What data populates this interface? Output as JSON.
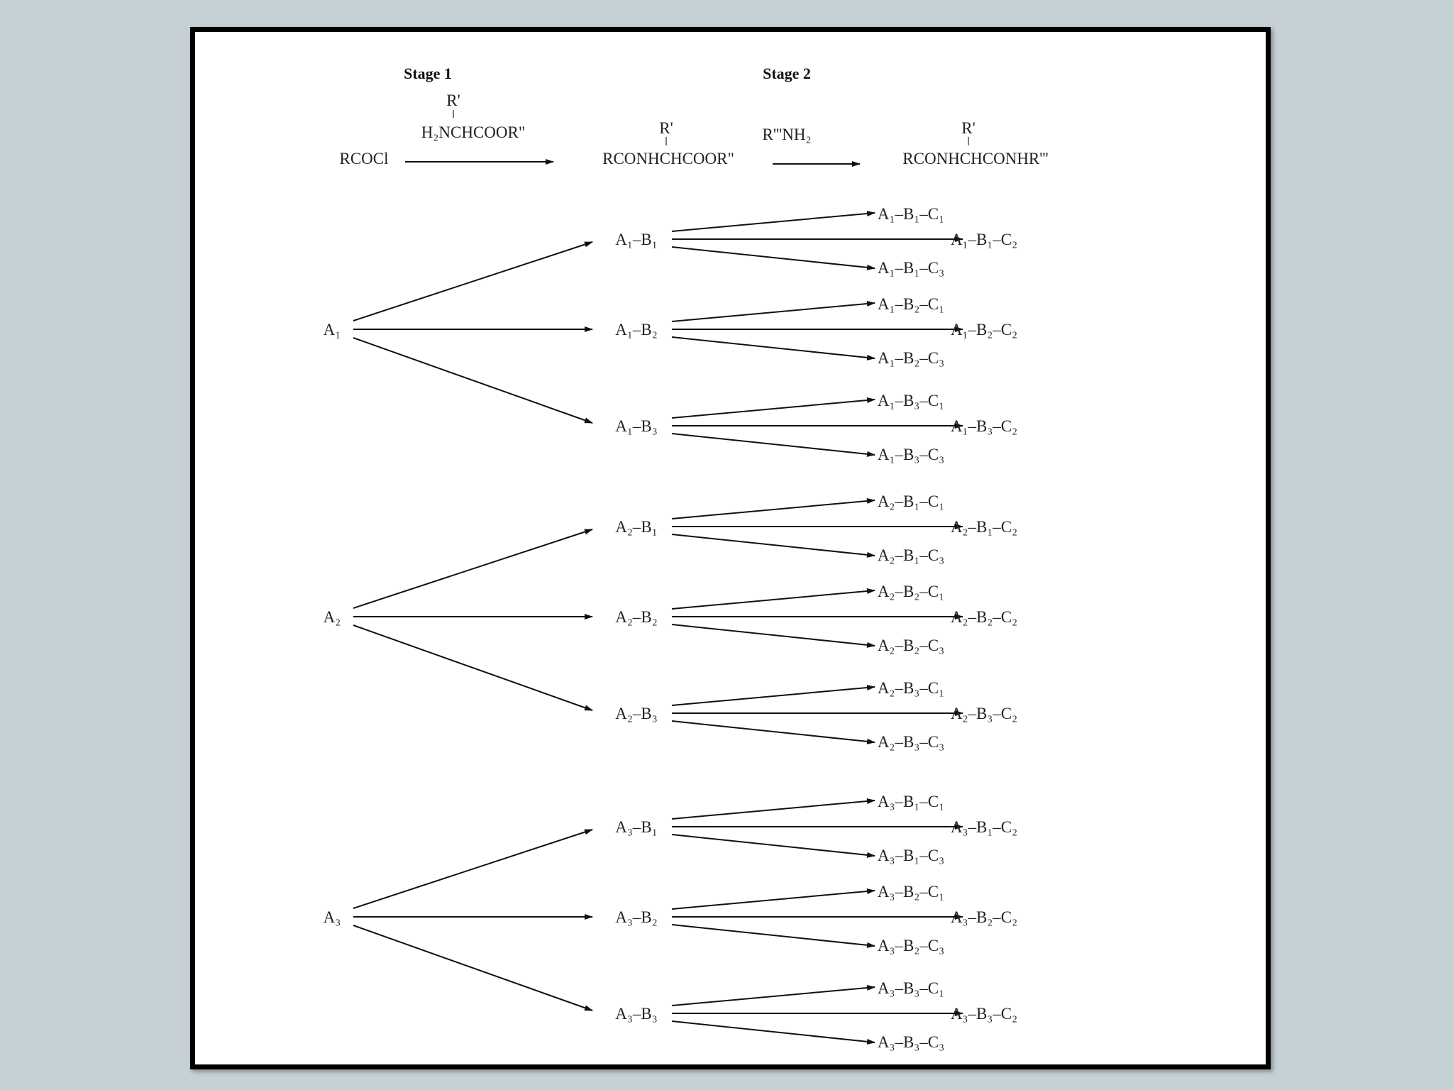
{
  "header": {
    "stage1": "Stage 1",
    "stage2": "Stage 2",
    "stage1_sub_top": "R'",
    "stage1_reagent": "H₂NCHCOOR\"",
    "start": "RCOCl",
    "intermediate_sub_top": "R'",
    "intermediate": "RCONHCHCOOR\"",
    "stage2_reagent": "R'''NH₂",
    "product_sub_top": "R'",
    "product": "RCONHCHCONHR'''"
  },
  "tree": {
    "a_labels": [
      "A₁",
      "A₂",
      "A₃"
    ],
    "b_labels": [
      [
        "A₁–B₁",
        "A₁–B₂",
        "A₁–B₃"
      ],
      [
        "A₂–B₁",
        "A₂–B₂",
        "A₂–B₃"
      ],
      [
        "A₃–B₁",
        "A₃–B₂",
        "A₃–B₃"
      ]
    ],
    "c_labels": [
      [
        [
          "A₁–B₁–C₁",
          "A₁–B₁–C₂",
          "A₁–B₁–C₃"
        ],
        [
          "A₁–B₂–C₁",
          "A₁–B₂–C₂",
          "A₁–B₂–C₃"
        ],
        [
          "A₁–B₃–C₁",
          "A₁–B₃–C₂",
          "A₁–B₃–C₃"
        ]
      ],
      [
        [
          "A₂–B₁–C₁",
          "A₂–B₁–C₂",
          "A₂–B₁–C₃"
        ],
        [
          "A₂–B₂–C₁",
          "A₂–B₂–C₂",
          "A₂–B₂–C₃"
        ],
        [
          "A₂–B₃–C₁",
          "A₂–B₃–C₂",
          "A₂–B₃–C₃"
        ]
      ],
      [
        [
          "A₃–B₁–C₁",
          "A₃–B₁–C₂",
          "A₃–B₁–C₃"
        ],
        [
          "A₃–B₂–C₁",
          "A₃–B₂–C₂",
          "A₃–B₂–C₃"
        ],
        [
          "A₃–B₃–C₁",
          "A₃–B₃–C₂",
          "A₃–B₃–C₃"
        ]
      ]
    ]
  }
}
